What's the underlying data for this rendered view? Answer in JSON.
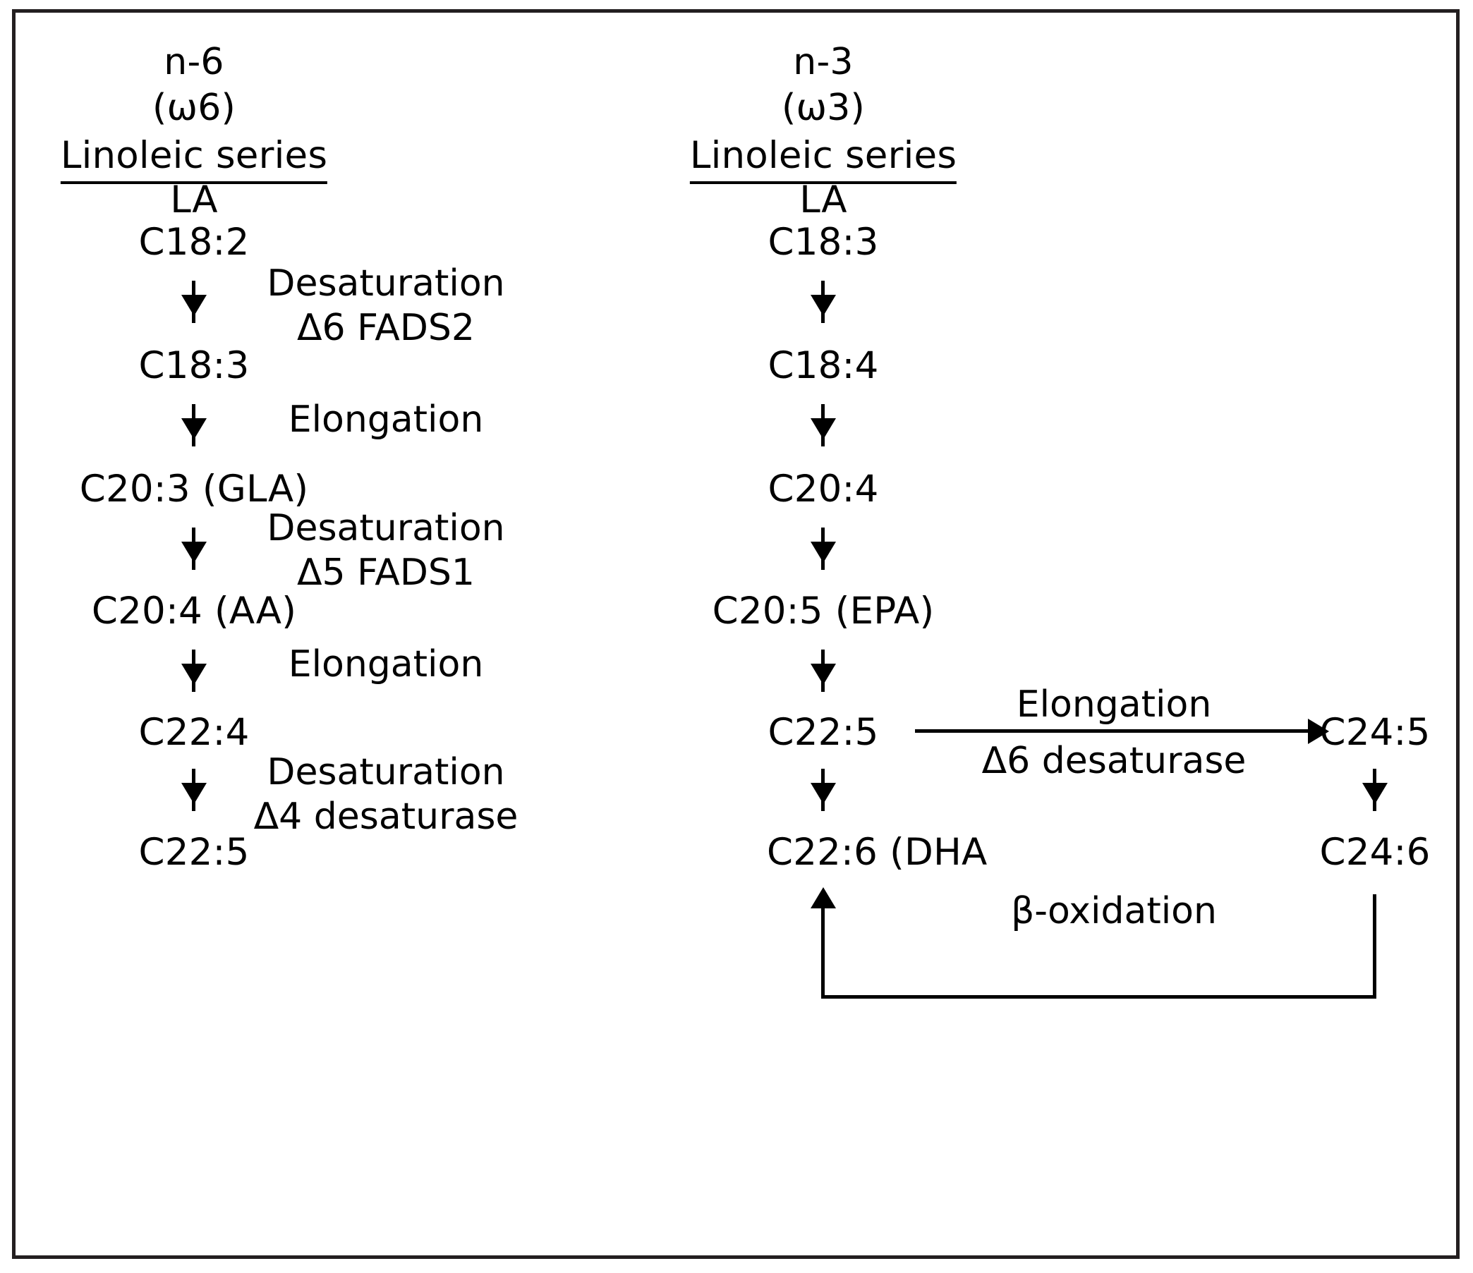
{
  "diagram": {
    "title": "Essential fatty acid metabolism pathway",
    "background_color": "#ffffff",
    "line_color": "#000000",
    "border_color": "#231f20"
  },
  "columns": {
    "n6": {
      "family_line1": "n-6",
      "family_line2": "(ω6)",
      "series_label": "Linoleic series",
      "precursor_abbrev": "LA",
      "nodes": [
        {
          "label": "C18:2"
        },
        {
          "label": "C18:3"
        },
        {
          "label": "C20:3 (GLA)"
        },
        {
          "label": "C20:4 (AA)"
        },
        {
          "label": "C22:4"
        },
        {
          "label": "C22:5"
        }
      ]
    },
    "n3": {
      "family_line1": "n-3",
      "family_line2": "(ω3)",
      "series_label": "Linoleic series",
      "precursor_abbrev": "LA",
      "nodes": [
        {
          "label": "C18:3"
        },
        {
          "label": "C18:4"
        },
        {
          "label": "C20:4"
        },
        {
          "label": "C20:5 (EPA)"
        },
        {
          "label": "C22:5"
        },
        {
          "label": "C22:6 (DHA"
        }
      ]
    },
    "branch": {
      "nodes": [
        {
          "label": "C24:5"
        },
        {
          "label": "C24:6"
        }
      ]
    }
  },
  "enzymes": {
    "step1_line1": "Desaturation",
    "step1_line2": "Δ6 FADS2",
    "step2": "Elongation",
    "step3_line1": "Desaturation",
    "step3_line2": "Δ5 FADS1",
    "step4": "Elongation",
    "step5_line1": "Desaturation",
    "step5_line2": "Δ4 desaturase",
    "branch_elongation": "Elongation",
    "branch_desaturase": "Δ6 desaturase",
    "beta_oxidation": "β-oxidation"
  }
}
